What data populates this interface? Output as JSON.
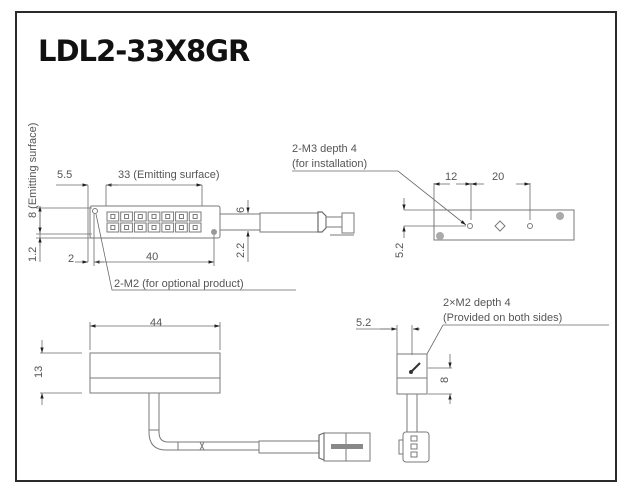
{
  "title": "LDL2-33X8GR",
  "labels": {
    "emitting_height": "8 (Emitting surface)",
    "offset_left": "5.5",
    "emitting_width": "33 (Emitting surface)",
    "height_6": "6",
    "offset_1_2": "1.2",
    "offset_2": "2",
    "hole_pitch_40": "40",
    "offset_2_2": "2.2",
    "m2_note": "2-M2 (for optional product)",
    "m3_note_line1": "2-M3 depth 4",
    "m3_note_line2": "(for installation)",
    "pitch_12": "12",
    "pitch_20": "20",
    "height_5_2_right": "5.2",
    "width_44": "44",
    "height_13": "13",
    "side_5_2": "5.2",
    "side_note_line1": "2×M2 depth 4",
    "side_note_line2": "(Provided on both sides)",
    "side_8": "8"
  },
  "led_grid": {
    "rows": 2,
    "cols": 7
  }
}
